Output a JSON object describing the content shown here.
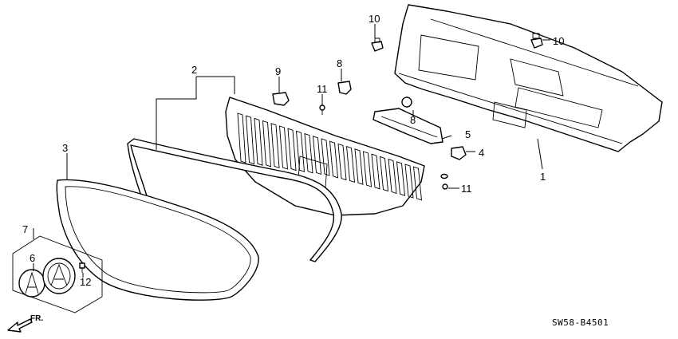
{
  "callouts": {
    "c1": "1",
    "c2": "2",
    "c3": "3",
    "c4": "4",
    "c5": "5",
    "c6": "6",
    "c7": "7",
    "c8a": "8",
    "c8b": "8",
    "c9": "9",
    "c10a": "10",
    "c10b": "10",
    "c11a": "11",
    "c11b": "11",
    "c12": "12"
  },
  "diagram_code": "SW58-B4501",
  "direction_label": "FR."
}
